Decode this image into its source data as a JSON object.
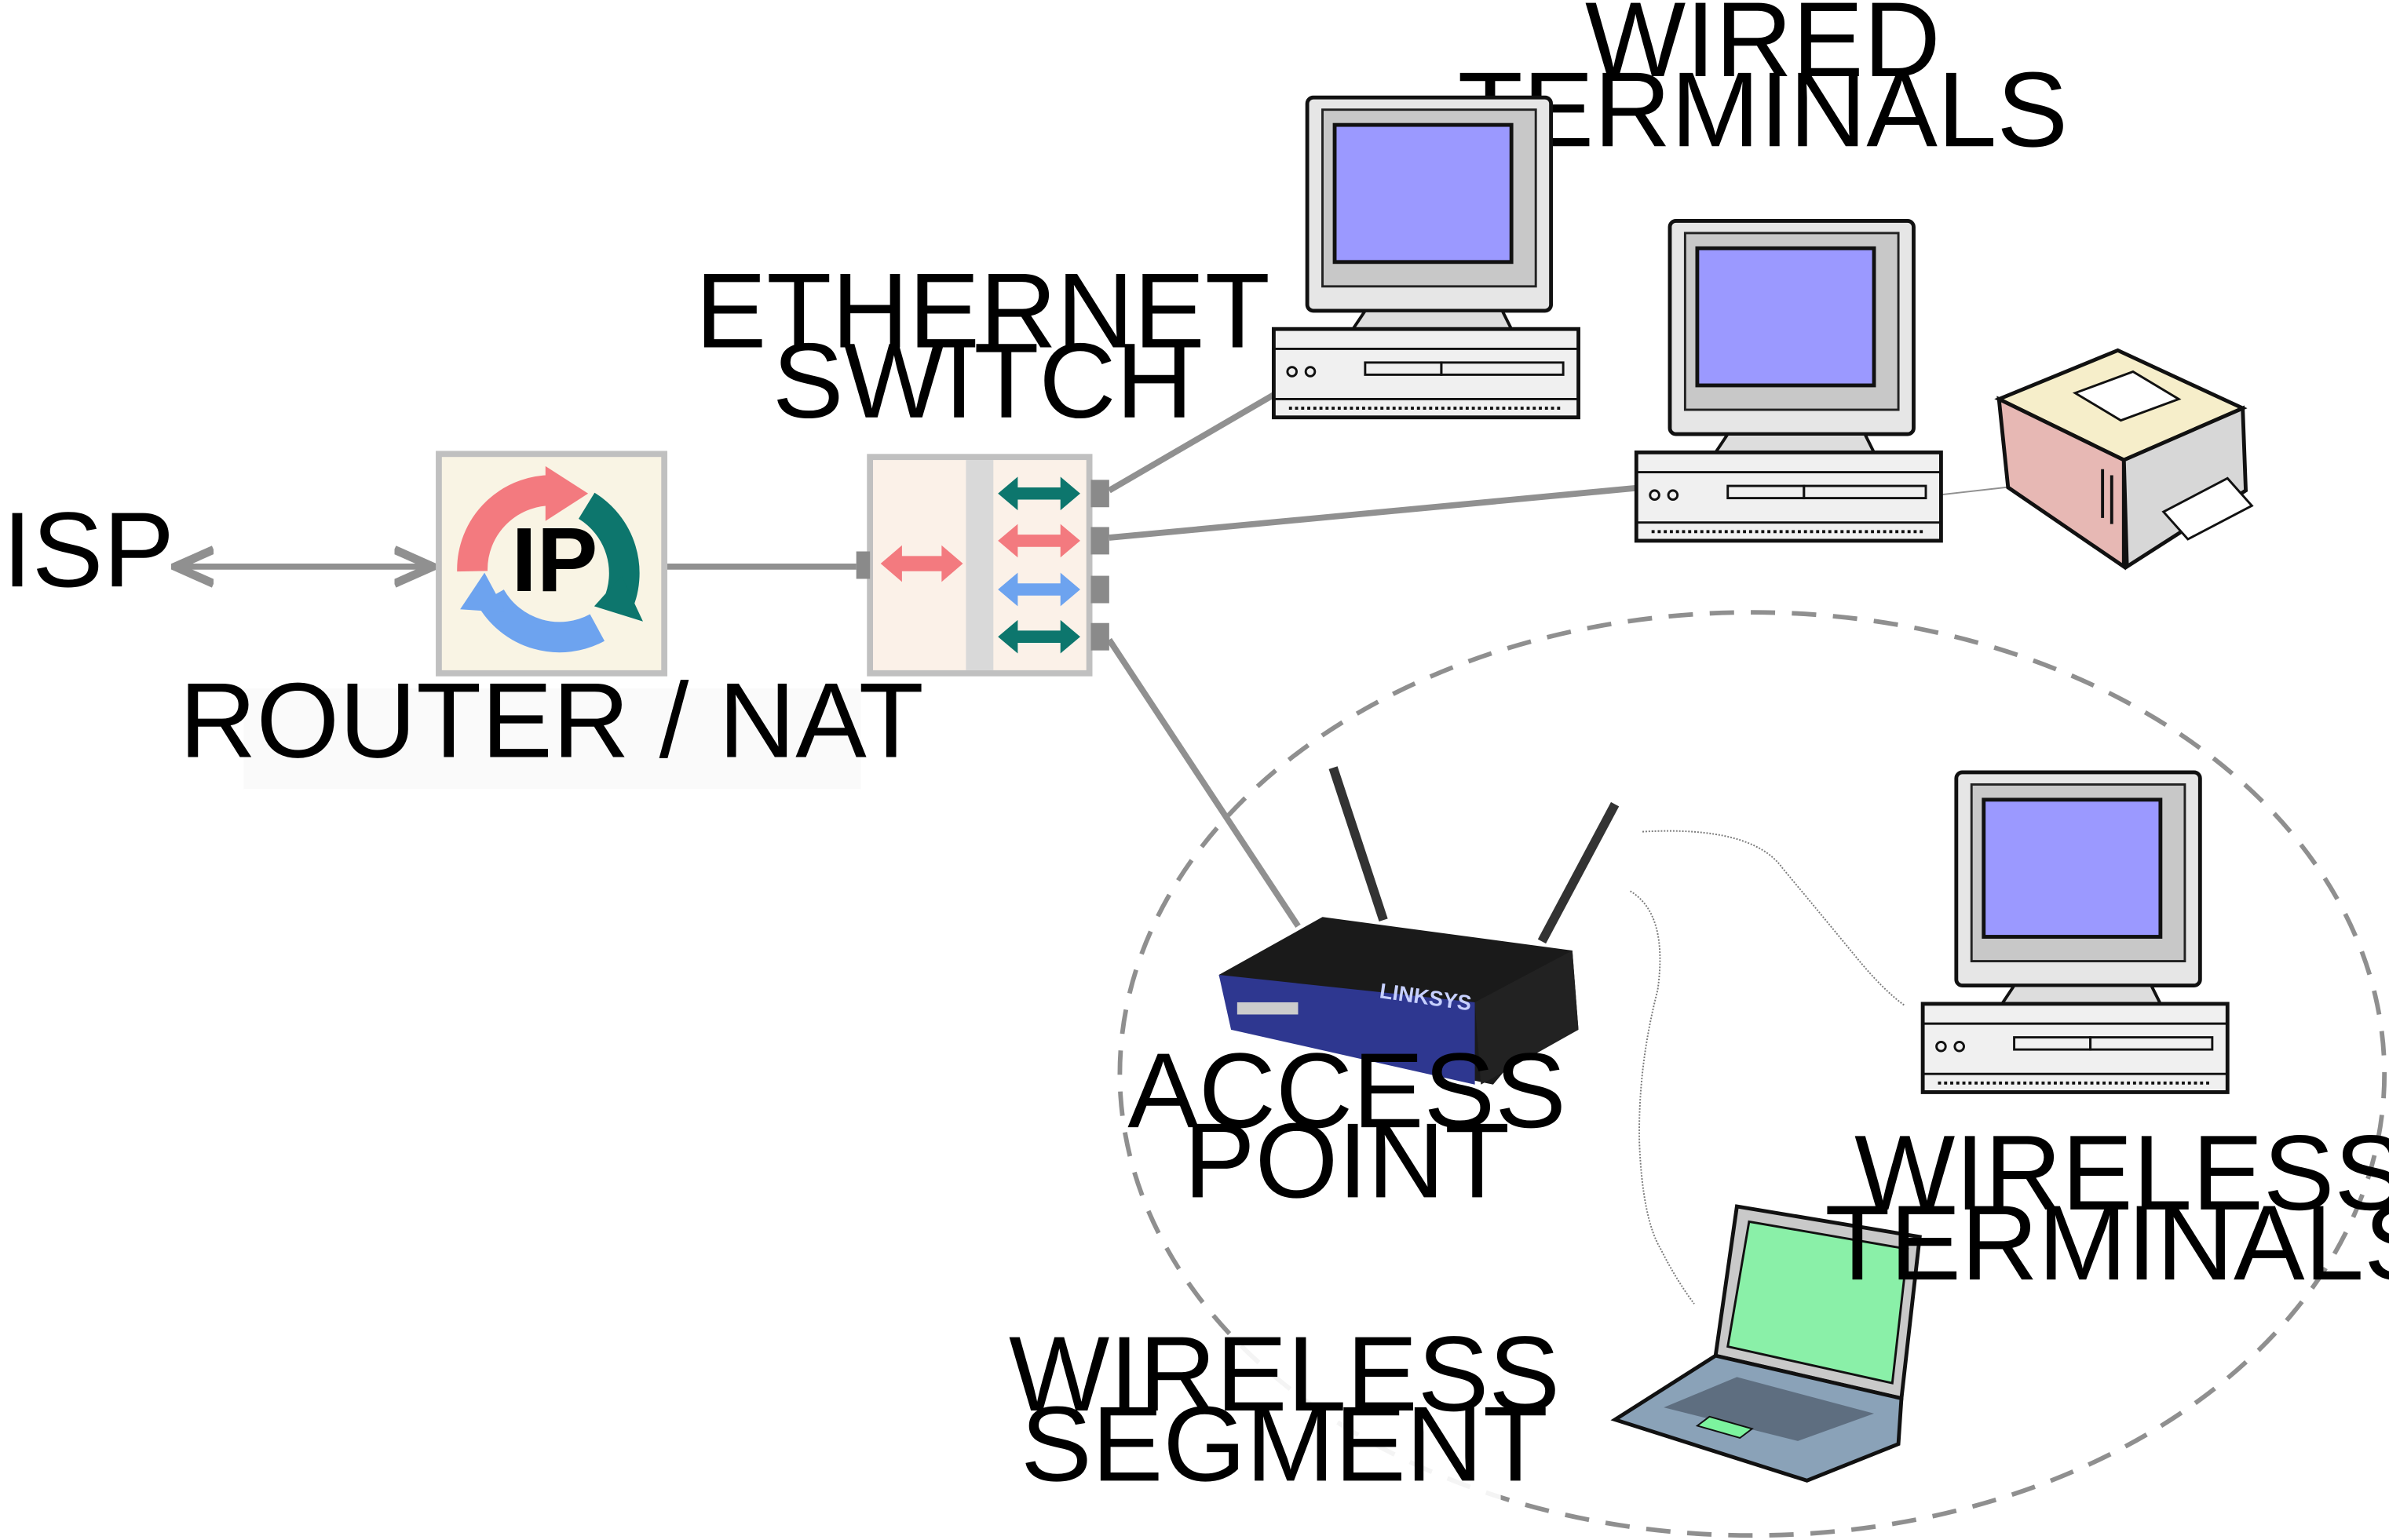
{
  "labels": {
    "isp": "ISP",
    "router_nat": "ROUTER / NAT",
    "router_ip": "IP",
    "ethernet_switch": [
      "ETHERNET",
      "SWITCH"
    ],
    "wired_terminals": [
      "WIRED",
      "TERMINALS"
    ],
    "access_point": [
      "ACCESS",
      "POINT"
    ],
    "wireless_terminals": [
      "WIRELESS",
      "TERMINALS"
    ],
    "wireless_segment": [
      "WIRELESS",
      "SEGMENT"
    ],
    "ap_brand": "LINKSYS"
  },
  "colors": {
    "link": "#909090",
    "router_panel": "#f9f4e4",
    "switch_panel": "#fbf1e8",
    "arrow_red": "#f37a7f",
    "arrow_teal": "#0d766d",
    "arrow_blue": "#6da3ef",
    "screen": "#9b99ff",
    "laptop_screen": "#8af0a8",
    "ap_blue": "#2e3790"
  },
  "icons": {
    "router": "ip-cycle-icon",
    "switch": "ethernet-switch-icon",
    "desktop": "desktop-computer-icon",
    "printer": "printer-icon",
    "access_point": "wireless-router-icon",
    "laptop": "laptop-icon"
  }
}
